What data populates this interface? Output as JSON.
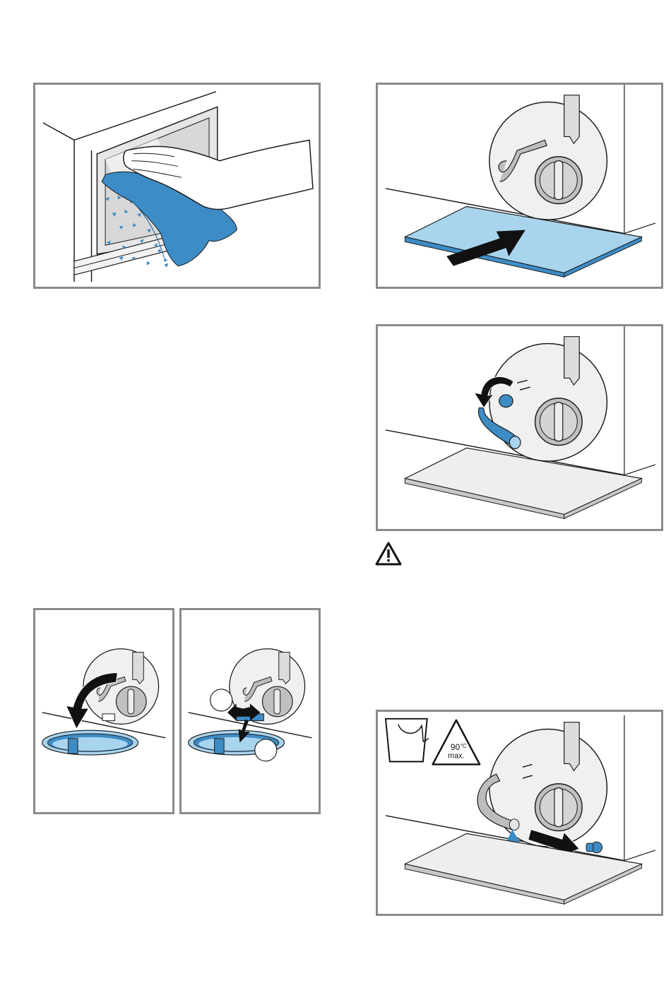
{
  "figures": {
    "wipe_cloth": {
      "icon": "cloth-wipe-illustration"
    },
    "insert_tray": {
      "icon": "tray-insert-illustration"
    },
    "pull_hose": {
      "icon": "hose-pull-illustration"
    },
    "flap_open": {
      "icon": "flap-open-illustration"
    },
    "flap_remove": {
      "icon": "flap-remove-illustration",
      "callouts": [
        "",
        ""
      ]
    },
    "drain_water": {
      "icon": "drain-water-illustration",
      "temp_label_value": "90",
      "temp_label_unit": "°C",
      "temp_label_max": "max."
    }
  },
  "warning": {
    "icon": "warning-triangle-icon"
  },
  "colors": {
    "accent": "#3d8cc6",
    "light_blue": "#a8d4ee",
    "frame": "#8a8a8a",
    "line": "#1a1a1a",
    "grey": "#c8c8c8"
  }
}
